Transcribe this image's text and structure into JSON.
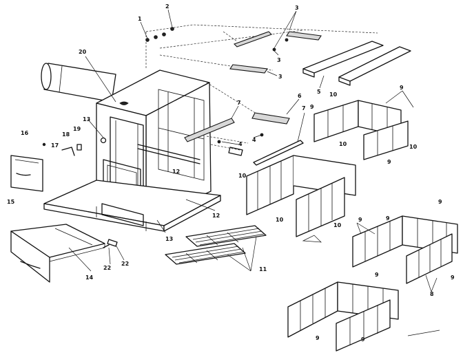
{
  "labels": [
    {
      "id": "lbl-1",
      "text": "1"
    },
    {
      "id": "lbl-2",
      "text": "2"
    },
    {
      "id": "lbl-3a",
      "text": "3"
    },
    {
      "id": "lbl-3b",
      "text": "3"
    },
    {
      "id": "lbl-3c",
      "text": "3"
    },
    {
      "id": "lbl-4a",
      "text": "4"
    },
    {
      "id": "lbl-4b",
      "text": "4"
    },
    {
      "id": "lbl-5",
      "text": "5"
    },
    {
      "id": "lbl-6",
      "text": "6"
    },
    {
      "id": "lbl-7a",
      "text": "7"
    },
    {
      "id": "lbl-7b",
      "text": "7"
    },
    {
      "id": "lbl-9a",
      "text": "9"
    },
    {
      "id": "lbl-9b",
      "text": "9"
    },
    {
      "id": "lbl-9c",
      "text": "9"
    },
    {
      "id": "lbl-9d",
      "text": "9"
    },
    {
      "id": "lbl-9e",
      "text": "9"
    },
    {
      "id": "lbl-9f",
      "text": "9"
    },
    {
      "id": "lbl-9g",
      "text": "9"
    },
    {
      "id": "lbl-9h",
      "text": "9"
    },
    {
      "id": "lbl-9i",
      "text": "9"
    },
    {
      "id": "lbl-9j",
      "text": "9"
    },
    {
      "id": "lbl-8",
      "text": "8"
    },
    {
      "id": "lbl-10a",
      "text": "10"
    },
    {
      "id": "lbl-10b",
      "text": "10"
    },
    {
      "id": "lbl-10c",
      "text": "10"
    },
    {
      "id": "lbl-10d",
      "text": "10"
    },
    {
      "id": "lbl-10e",
      "text": "10"
    },
    {
      "id": "lbl-10f",
      "text": "10"
    },
    {
      "id": "lbl-11",
      "text": "11"
    },
    {
      "id": "lbl-12a",
      "text": "12"
    },
    {
      "id": "lbl-12b",
      "text": "12"
    },
    {
      "id": "lbl-13a",
      "text": "13"
    },
    {
      "id": "lbl-13b",
      "text": "13"
    },
    {
      "id": "lbl-14",
      "text": "14"
    },
    {
      "id": "lbl-15",
      "text": "15"
    },
    {
      "id": "lbl-16",
      "text": "16"
    },
    {
      "id": "lbl-17",
      "text": "17"
    },
    {
      "id": "lbl-18",
      "text": "18"
    },
    {
      "id": "lbl-19",
      "text": "19"
    },
    {
      "id": "lbl-20",
      "text": "20"
    },
    {
      "id": "lbl-22a",
      "text": "22"
    },
    {
      "id": "lbl-22b",
      "text": "22"
    }
  ]
}
